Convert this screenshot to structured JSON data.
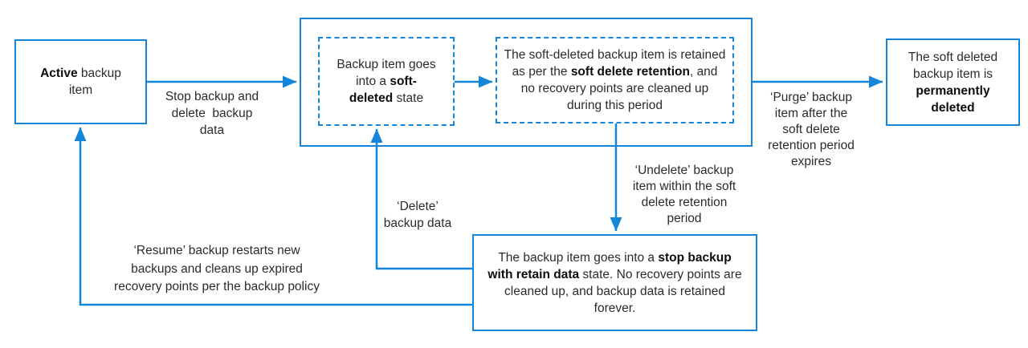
{
  "theme": {
    "accent": "#1585da",
    "text": "#2b2b2b",
    "background": "#ffffff"
  },
  "diagram": {
    "topic": "Backup item soft delete lifecycle"
  },
  "nodes": {
    "active": {
      "bold": "Active",
      "post": " backup item"
    },
    "soft_deleted": {
      "pre": "Backup item goes into a ",
      "bold": "soft-deleted",
      "post": " state"
    },
    "retained": {
      "pre": "The soft-deleted backup item is retained as per the ",
      "bold": "soft delete retention",
      "post": ", and no recovery points are cleaned up during this period"
    },
    "permanently_deleted": {
      "pre": "The soft deleted backup item is ",
      "bold": "permanently deleted",
      "post": ""
    },
    "retain_data": {
      "pre": "The backup item goes into a ",
      "bold": "stop backup with retain data",
      "post": " state. No recovery points are cleaned up, and backup data is retained forever."
    }
  },
  "edges": {
    "stop": {
      "label": "Stop backup and\ndelete  backup\ndata"
    },
    "purge": {
      "label": "‘Purge’ backup\nitem after the\nsoft delete\nretention period\nexpires"
    },
    "undelete": {
      "label": "‘Undelete’ backup\nitem within the soft\ndelete retention\nperiod"
    },
    "delete": {
      "label": "‘Delete’\nbackup data"
    },
    "resume": {
      "label": "‘Resume’ backup restarts new\nbackups and cleans up expired\nrecovery points per the backup policy"
    }
  }
}
